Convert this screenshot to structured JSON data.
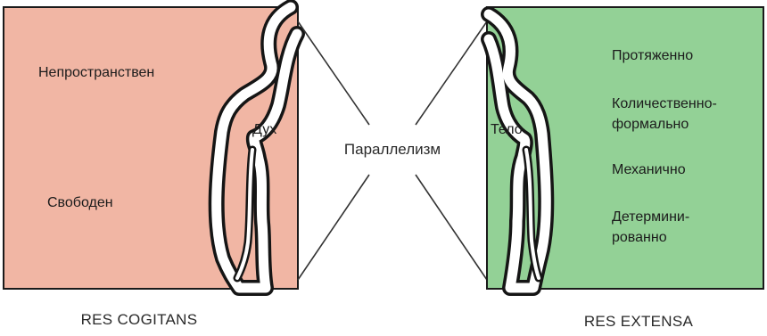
{
  "left_panel": {
    "fill": "#f1b6a4",
    "labels": {
      "nonspatial": "Непространствен",
      "free": "Свободен",
      "spirit": "Дух"
    },
    "caption": "RES COGITANS"
  },
  "center": {
    "label": "Параллелизм"
  },
  "right_panel": {
    "fill": "#93d196",
    "labels": {
      "body": "Тело",
      "extended": "Протяженно",
      "quant_1": "Количественно-",
      "quant_2": "формально",
      "mechanical": "Механично",
      "determ_1": "Детермини-",
      "determ_2": "рованно"
    },
    "caption": "RES EXTENSA"
  }
}
